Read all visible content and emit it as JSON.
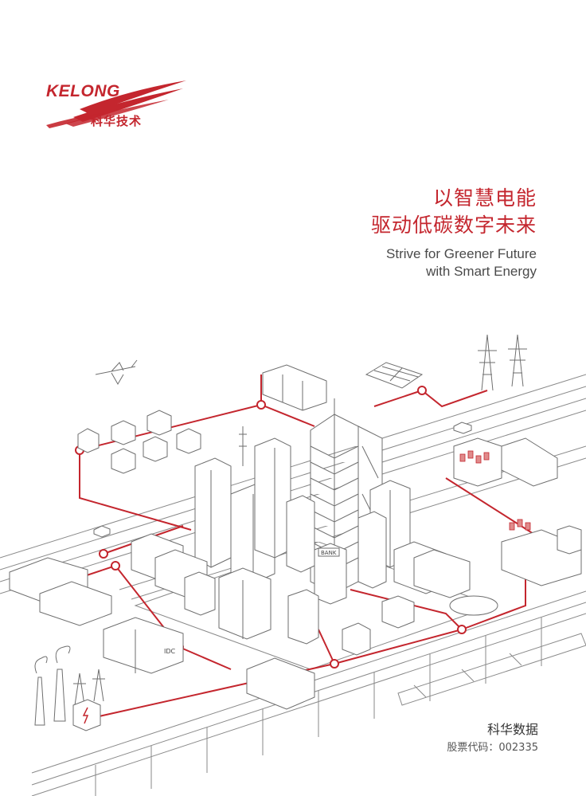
{
  "logo": {
    "wordmark": "KELONG",
    "cn_name": "科华技术"
  },
  "headline": {
    "cn_line1": "以智慧电能",
    "cn_line2": "驱动低碳数字未来",
    "en_line1": "Strive for Greener Future",
    "en_line2": "with Smart Energy"
  },
  "illustration": {
    "bank_sign": "BANK",
    "idc_sign": "IDC"
  },
  "footer": {
    "brand": "科华数据",
    "stock_code": "股票代码：002335"
  },
  "colors": {
    "brand_red": "#c4262e",
    "line_gray": "#7a7a7a",
    "text_dark": "#333333"
  }
}
